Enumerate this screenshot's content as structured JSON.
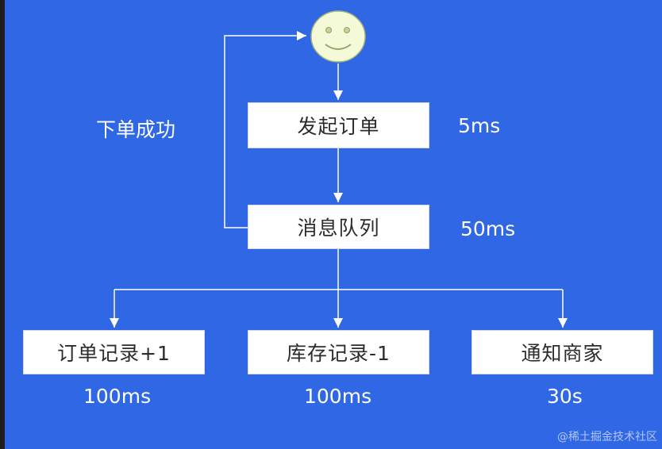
{
  "diagram": {
    "left_label": "下单成功",
    "nodes": {
      "create_order": "发起订单",
      "message_queue": "消息队列",
      "order_record": "订单记录+1",
      "inventory_record": "库存记录-1",
      "notify_merchant": "通知商家"
    },
    "timings": {
      "create_order": "5ms",
      "message_queue": "50ms",
      "order_record": "100ms",
      "inventory_record": "100ms",
      "notify_merchant": "30s"
    }
  },
  "watermark": "@稀土掘金技术社区",
  "colors": {
    "background": "#2f67e5",
    "box": "#ffffff",
    "line": "#ffffff",
    "face": "#f4f9d7"
  }
}
